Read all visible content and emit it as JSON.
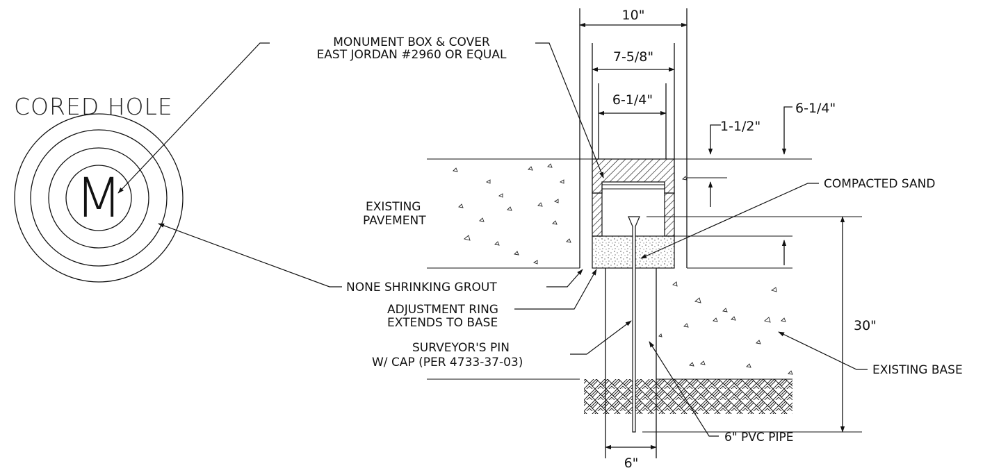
{
  "plan_view": {
    "title": "CORED HOLE",
    "center_letter": "M"
  },
  "labels": {
    "monument_box_line1": "MONUMENT BOX & COVER",
    "monument_box_line2": "EAST JORDAN #2960 OR EQUAL",
    "existing_pavement_line1": "EXISTING",
    "existing_pavement_line2": "PAVEMENT",
    "grout": "NONE SHRINKING GROUT",
    "adjustment_ring_line1": "ADJUSTMENT RING",
    "adjustment_ring_line2": "EXTENDS TO BASE",
    "surveyor_pin_line1": "SURVEYOR'S PIN",
    "surveyor_pin_line2": "W/ CAP (PER 4733-37-03)",
    "pvc_pipe": "6\" PVC PIPE",
    "compacted_sand": "COMPACTED SAND",
    "existing_base": "EXISTING BASE"
  },
  "dimensions": {
    "outer_width": "10\"",
    "cover_width": "7-5/8\"",
    "inner_width": "6-1/4\"",
    "lid_depth": "1-1/2\"",
    "box_depth": "6-1/4\"",
    "total_depth": "30\"",
    "pipe_width": "6\""
  },
  "colors": {
    "line": "#111111",
    "background": "#ffffff"
  }
}
